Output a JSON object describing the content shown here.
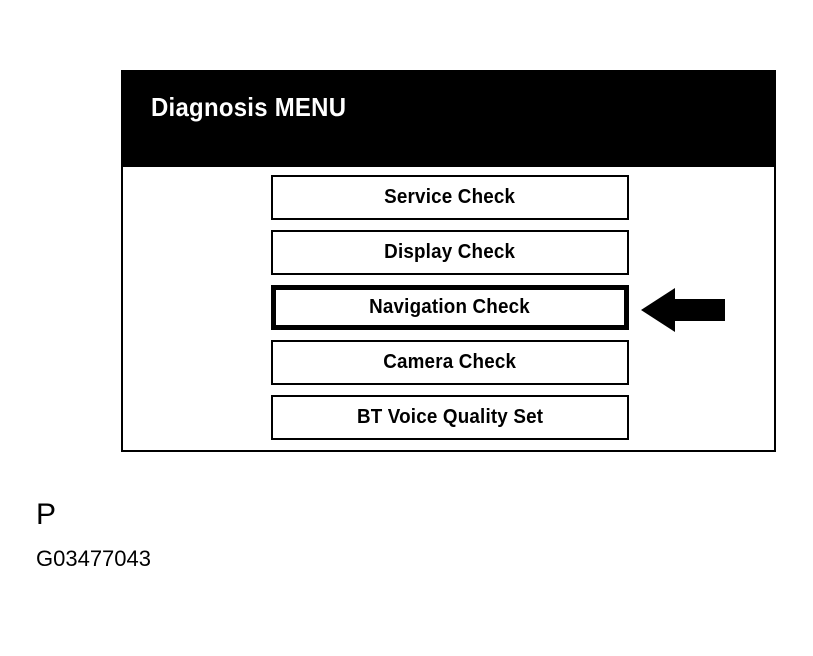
{
  "panel": {
    "title": "Diagnosis MENU",
    "background_color": "#ffffff",
    "title_bar_color": "#000000",
    "border_color": "#000000"
  },
  "menu": {
    "items": [
      {
        "label": "Service Check",
        "selected": false
      },
      {
        "label": "Display Check",
        "selected": false
      },
      {
        "label": "Navigation Check",
        "selected": true
      },
      {
        "label": "Camera Check",
        "selected": false
      },
      {
        "label": "BT Voice Quality Set",
        "selected": false
      }
    ]
  },
  "annotation": {
    "arrow_icon": "arrow-left-icon",
    "arrow_points_to": "Navigation Check",
    "arrow_color": "#000000"
  },
  "caption": {
    "letter": "P",
    "code": "G03477043"
  }
}
